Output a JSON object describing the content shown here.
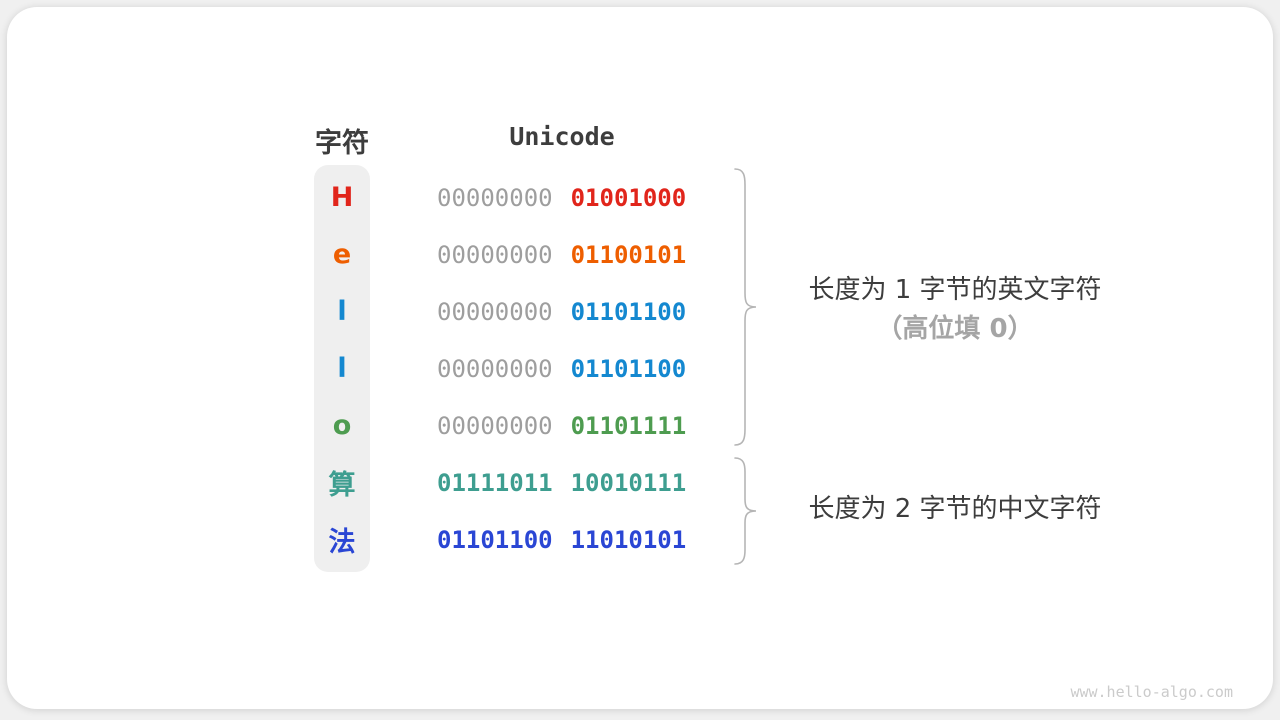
{
  "header": {
    "char_column": "字符",
    "unicode_column": "Unicode"
  },
  "table": {
    "rows": [
      {
        "char": "H",
        "char_color": "#e1251b",
        "byte1": "00000000",
        "byte1_color": "#9e9e9e",
        "byte2": "01001000",
        "byte2_color": "#e1251b"
      },
      {
        "char": "e",
        "char_color": "#ee5e00",
        "byte1": "00000000",
        "byte1_color": "#9e9e9e",
        "byte2": "01100101",
        "byte2_color": "#ee5e00"
      },
      {
        "char": "l",
        "char_color": "#1488d0",
        "byte1": "00000000",
        "byte1_color": "#9e9e9e",
        "byte2": "01101100",
        "byte2_color": "#1488d0"
      },
      {
        "char": "l",
        "char_color": "#1488d0",
        "byte1": "00000000",
        "byte1_color": "#9e9e9e",
        "byte2": "01101100",
        "byte2_color": "#1488d0"
      },
      {
        "char": "o",
        "char_color": "#4e9c50",
        "byte1": "00000000",
        "byte1_color": "#9e9e9e",
        "byte2": "01101111",
        "byte2_color": "#4e9c50"
      },
      {
        "char": "算",
        "char_color": "#3e9e90",
        "byte1": "01111011",
        "byte1_color": "#3e9e90",
        "byte2": "10010111",
        "byte2_color": "#3e9e90"
      },
      {
        "char": "法",
        "char_color": "#2a46d4",
        "byte1": "01101100",
        "byte1_color": "#2a46d4",
        "byte2": "11010101",
        "byte2_color": "#2a46d4"
      }
    ]
  },
  "annotations": {
    "group1": {
      "line1": "长度为 1 字节的英文字符",
      "line2": "（高位填 0）"
    },
    "group2": {
      "line1": "长度为 2 字节的中文字符"
    }
  },
  "watermark": "www.hello-algo.com",
  "colors": {
    "bits_gray": "#9e9e9e",
    "heading_text": "#3d3d3d",
    "annotation_muted": "#a5a5a5",
    "brace_stroke": "#b5b5b5",
    "column_strip_bg": "#efefef"
  }
}
